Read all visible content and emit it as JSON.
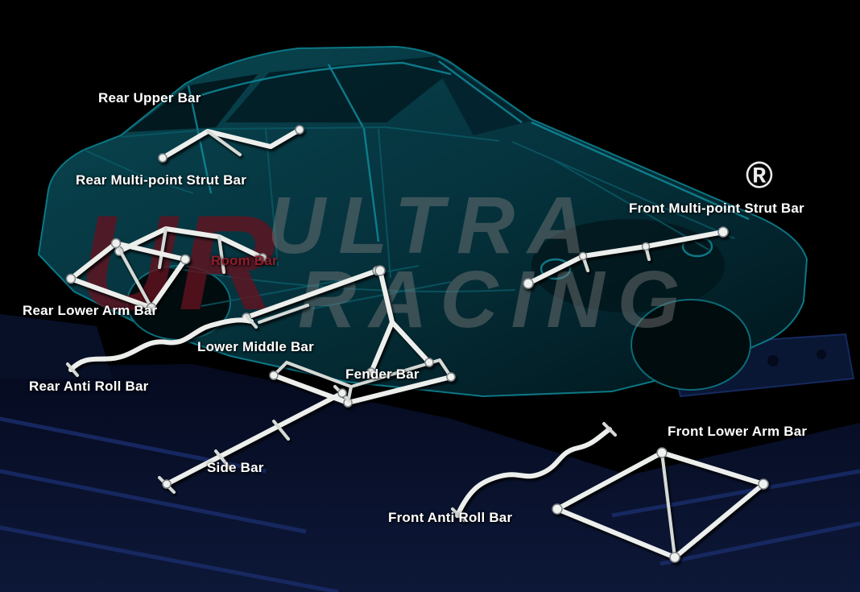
{
  "title": "Ultra Racing chassis strengthening bars diagram",
  "registered_mark": "®",
  "watermark": {
    "logo": "UR",
    "line1": "ULTRA",
    "line2": "RACING"
  },
  "colors": {
    "background": "#000000",
    "chassis_teal": "#0b5662",
    "bar_white": "#ecefec",
    "label_white": "#ffffff",
    "room_bar_label": "#8e1e2d",
    "floor_navy": "#0c1634",
    "watermark_gray": "#7c7c7c",
    "logo_red": "#64121f"
  },
  "labels": [
    {
      "id": "rear-upper-bar",
      "text": "Rear Upper Bar",
      "color": "#ffffff"
    },
    {
      "id": "rear-multi-point-strut-bar",
      "text": "Rear Multi-point Strut Bar",
      "color": "#ffffff"
    },
    {
      "id": "front-multi-point-strut-bar",
      "text": "Front Multi-point Strut Bar",
      "color": "#ffffff"
    },
    {
      "id": "room-bar",
      "text": "Room Bar",
      "color": "#8e1e2d"
    },
    {
      "id": "rear-lower-arm-bar",
      "text": "Rear Lower Arm Bar",
      "color": "#ffffff"
    },
    {
      "id": "lower-middle-bar",
      "text": "Lower Middle Bar",
      "color": "#ffffff"
    },
    {
      "id": "rear-anti-roll-bar",
      "text": "Rear Anti Roll Bar",
      "color": "#ffffff"
    },
    {
      "id": "fender-bar",
      "text": "Fender Bar",
      "color": "#ffffff"
    },
    {
      "id": "side-bar",
      "text": "Side Bar",
      "color": "#ffffff"
    },
    {
      "id": "front-lower-arm-bar",
      "text": "Front Lower Arm Bar",
      "color": "#ffffff"
    },
    {
      "id": "front-anti-roll-bar",
      "text": "Front Anti Roll Bar",
      "color": "#ffffff"
    }
  ]
}
